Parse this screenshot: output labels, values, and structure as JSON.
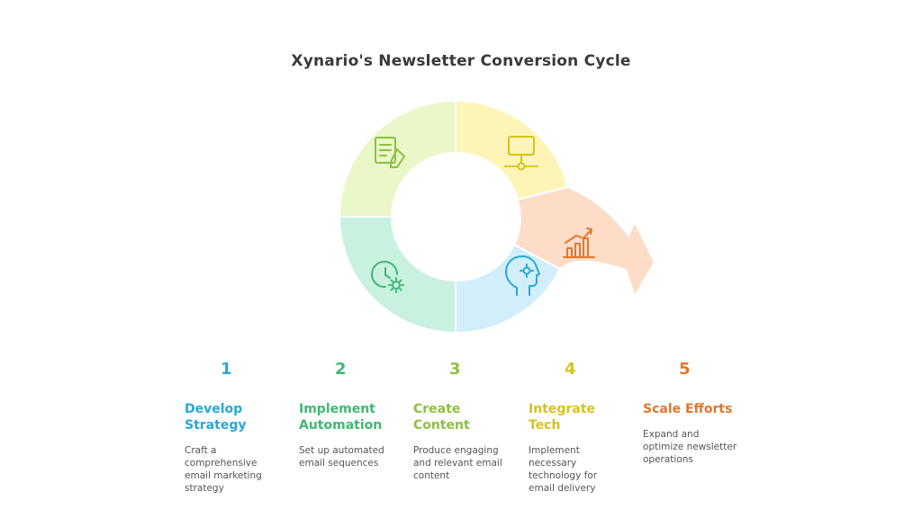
{
  "title": "Xynario's Newsletter Conversion Cycle",
  "colors": {
    "segment_strategy": "#d8f4dd",
    "segment_automation": "#c9f1e0",
    "segment_content": "#eaf7c8",
    "segment_tech": "#fdf4b8",
    "segment_scale": "#fddcc8",
    "segment_ai": "#d2eefb",
    "icon_blue": "#27a8d8",
    "icon_green": "#3fb874",
    "icon_lime": "#8cc043",
    "icon_yellow": "#d6c21d",
    "icon_orange": "#e0772c"
  },
  "icons": {
    "content": "document-edit-icon",
    "tech": "monitor-network-icon",
    "scale": "growth-chart-icon",
    "strategy": "head-gear-icon",
    "automation": "clock-gear-icon"
  },
  "steps": [
    {
      "number": "1",
      "heading_line1": "Develop",
      "heading_line2": "Strategy",
      "desc_lines": [
        "Craft a",
        "comprehensive",
        "email marketing",
        "strategy"
      ],
      "color": "#27a8d8"
    },
    {
      "number": "2",
      "heading_line1": "Implement",
      "heading_line2": "Automation",
      "desc_lines": [
        "Set up automated",
        "email sequences"
      ],
      "color": "#3fb874"
    },
    {
      "number": "3",
      "heading_line1": "Create",
      "heading_line2": "Content",
      "desc_lines": [
        "Produce engaging",
        "and relevant email",
        "content"
      ],
      "color": "#8cc043"
    },
    {
      "number": "4",
      "heading_line1": "Integrate",
      "heading_line2": "Tech",
      "desc_lines": [
        "Implement",
        "necessary",
        "technology for",
        "email delivery"
      ],
      "color": "#d6c21d"
    },
    {
      "number": "5",
      "heading_line1": "Scale Efforts",
      "heading_line2": "",
      "desc_lines": [
        "Expand and",
        "optimize newsletter",
        "operations"
      ],
      "color": "#e0772c"
    }
  ]
}
